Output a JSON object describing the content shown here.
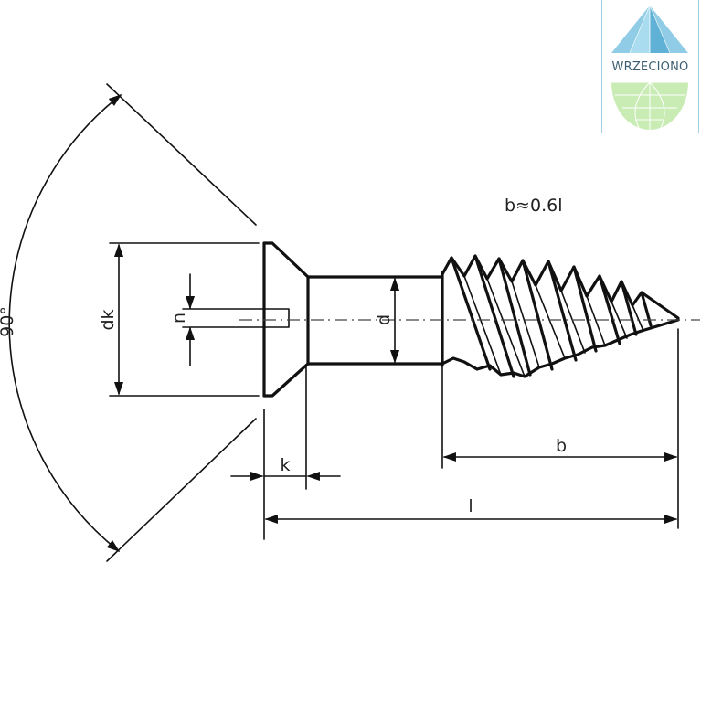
{
  "logo": {
    "text": "WRZECIONO"
  },
  "labels": {
    "angle": "90°",
    "dk": "dk",
    "n": "n",
    "d": "d",
    "k": "k",
    "b": "b",
    "l": "l",
    "b_formula": "b≈0.6l"
  },
  "colors": {
    "line": "#111111",
    "logo_pyramid": "#7cc3e0",
    "logo_globe": "#bfe6a8",
    "logo_text": "#3b5e73"
  }
}
